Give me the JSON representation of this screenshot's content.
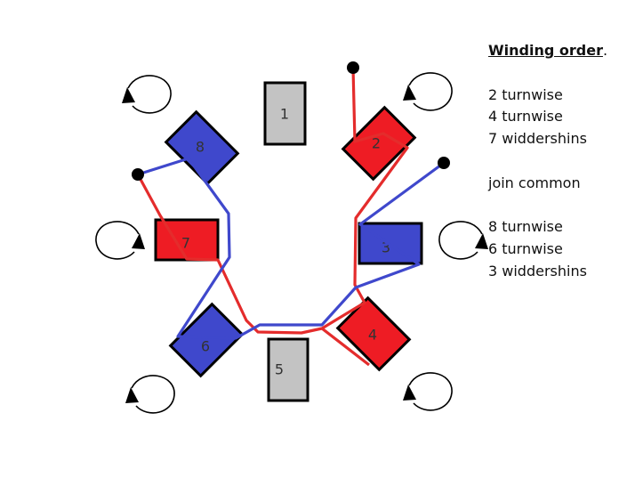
{
  "legend": {
    "title": "Winding order",
    "title_suffix": ".",
    "group1": [
      "2 turnwise",
      "4 turnwise",
      "7 widdershins"
    ],
    "join": "join common",
    "group2": [
      "8 turnwise",
      "6 turnwise",
      "3 widdershins"
    ]
  },
  "coils": [
    {
      "id": "1",
      "label": "1",
      "phase": "none"
    },
    {
      "id": "2",
      "label": "2",
      "phase": "red"
    },
    {
      "id": "3",
      "label": "3",
      "phase": "blue"
    },
    {
      "id": "4",
      "label": "4",
      "phase": "red"
    },
    {
      "id": "5",
      "label": "5",
      "phase": "none"
    },
    {
      "id": "6",
      "label": "6",
      "phase": "blue"
    },
    {
      "id": "7",
      "label": "7",
      "phase": "red"
    },
    {
      "id": "8",
      "label": "8",
      "phase": "blue"
    }
  ],
  "colors": {
    "red_phase": "#ee1c24",
    "blue_phase": "#3f48cc",
    "unused_coil": "#c3c3c3",
    "outline": "#000000",
    "red_wire": "#e42c2c",
    "blue_wire": "#3f48cc"
  },
  "icons": [
    "rotation-arrow-icon",
    "terminal-dot-icon"
  ]
}
